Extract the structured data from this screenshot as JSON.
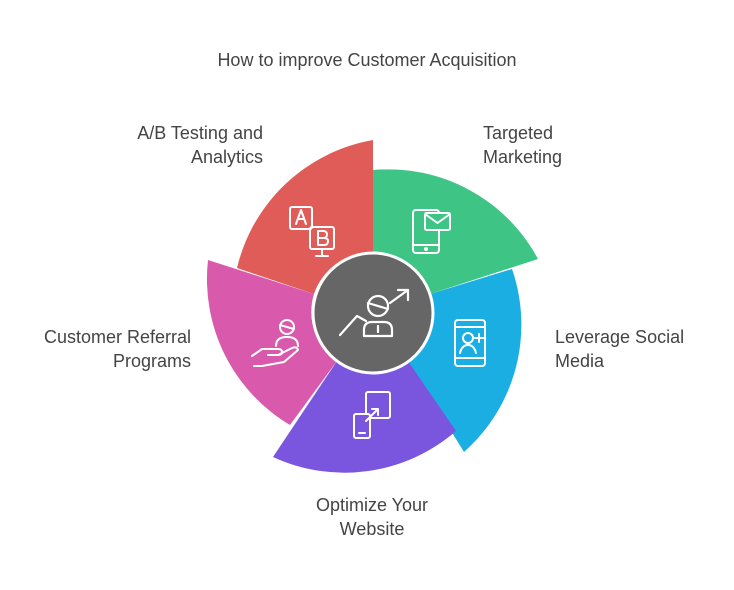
{
  "title": "How to improve Customer Acquisition",
  "segments": [
    {
      "id": "ab-testing",
      "line1": "A/B Testing and",
      "line2": "Analytics",
      "color": "#E05C58",
      "icon": "ab-test-icon"
    },
    {
      "id": "targeted-marketing",
      "line1": "Targeted",
      "line2": "Marketing",
      "color": "#3EC485",
      "icon": "mobile-mail-icon"
    },
    {
      "id": "social-media",
      "line1": "Leverage Social",
      "line2": "Media",
      "color": "#1BAEE3",
      "icon": "social-profile-icon"
    },
    {
      "id": "optimize-website",
      "line1": "Optimize Your",
      "line2": "Website",
      "color": "#7A56DF",
      "icon": "responsive-devices-icon"
    },
    {
      "id": "referral",
      "line1": "Customer Referral",
      "line2": "Programs",
      "color": "#D95AAD",
      "icon": "hand-person-icon"
    }
  ],
  "center": {
    "color": "#666666",
    "icon": "person-growth-icon"
  }
}
